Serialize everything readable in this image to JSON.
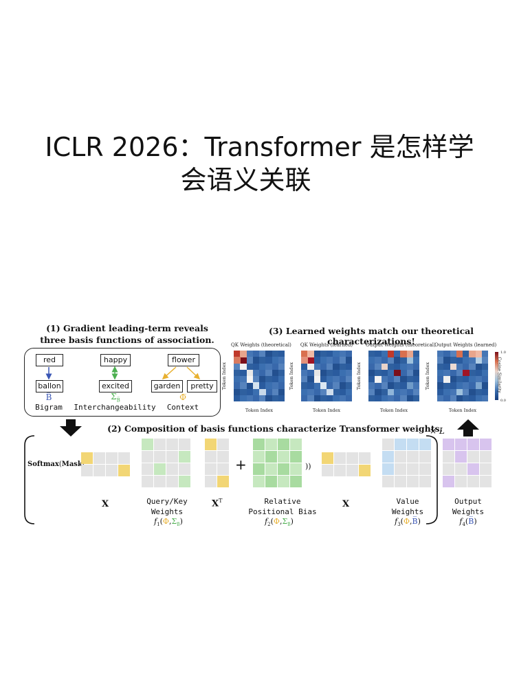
{
  "title": {
    "line1": "ICLR 2026：Transformer 是怎样学",
    "line2": "会语义关联"
  },
  "figure": {
    "panel1": {
      "heading_line1": "(1) Gradient leading-term reveals",
      "heading_line2": "three basis functions of association.",
      "bigram": {
        "top": "red",
        "bottom": "ballon",
        "symbol": "B̅",
        "label": "Bigram",
        "color": "#3a56b4"
      },
      "interchange": {
        "top": "happy",
        "bottom": "excited",
        "symbol": "Σ",
        "subscript": "B̅",
        "label": "Interchangeability",
        "color": "#4caf50"
      },
      "context": {
        "top": "flower",
        "left": "garden",
        "right": "pretty",
        "symbol": "Φ̅",
        "label": "Context",
        "color": "#e8b030"
      }
    },
    "panel2": {
      "heading": "(2) Composition of basis functions characterize Transformer weights.",
      "repeat": "× L",
      "softmax_prefix": "Softmax",
      "mask_prefix": "Mask",
      "paren_open": "(",
      "close_parens": "))",
      "plus": "+",
      "x_label": "X",
      "xt_label": "X",
      "xt_sup": "T",
      "qk_label_line1": "Query/Key",
      "qk_label_line2": "Weights",
      "rel_label_line1": "Relative",
      "rel_label_line2": "Positional Bias",
      "value_label_line1": "Value",
      "value_label_line2": "Weights",
      "output_label_line1": "Output",
      "output_label_line2": "Weights",
      "f1": {
        "fn": "f",
        "sub": "1",
        "open": "(",
        "a": "Φ",
        "comma": ",",
        "b": "Σ",
        "bsub": "B̅",
        "close": ")"
      },
      "f2": {
        "fn": "f",
        "sub": "2",
        "open": "(",
        "a": "Φ",
        "comma": ",",
        "b": "Σ",
        "bsub": "B̅",
        "close": ")"
      },
      "f3": {
        "fn": "f",
        "sub": "3",
        "open": "(",
        "a": "Φ",
        "comma": ",",
        "b": "B̅",
        "close": ")"
      },
      "f4": {
        "fn": "f",
        "sub": "4",
        "open": "(",
        "b": "B̅",
        "close": ")"
      }
    },
    "panel3": {
      "heading": "(3) Learned weights match our theoretical characterizations!",
      "heatmaps": [
        {
          "title": "QK Weights (theoretical)"
        },
        {
          "title": "QK Weights (learned)"
        },
        {
          "title": "Output Weights (theoretical)"
        },
        {
          "title": "Output Weights (learned)"
        }
      ],
      "x_axis_label": "Token Index",
      "y_axis_label": "Token Index",
      "colorbar_label": "Cosine Similarity",
      "colorbar_max": "1.0",
      "colorbar_min": "0.0"
    }
  }
}
